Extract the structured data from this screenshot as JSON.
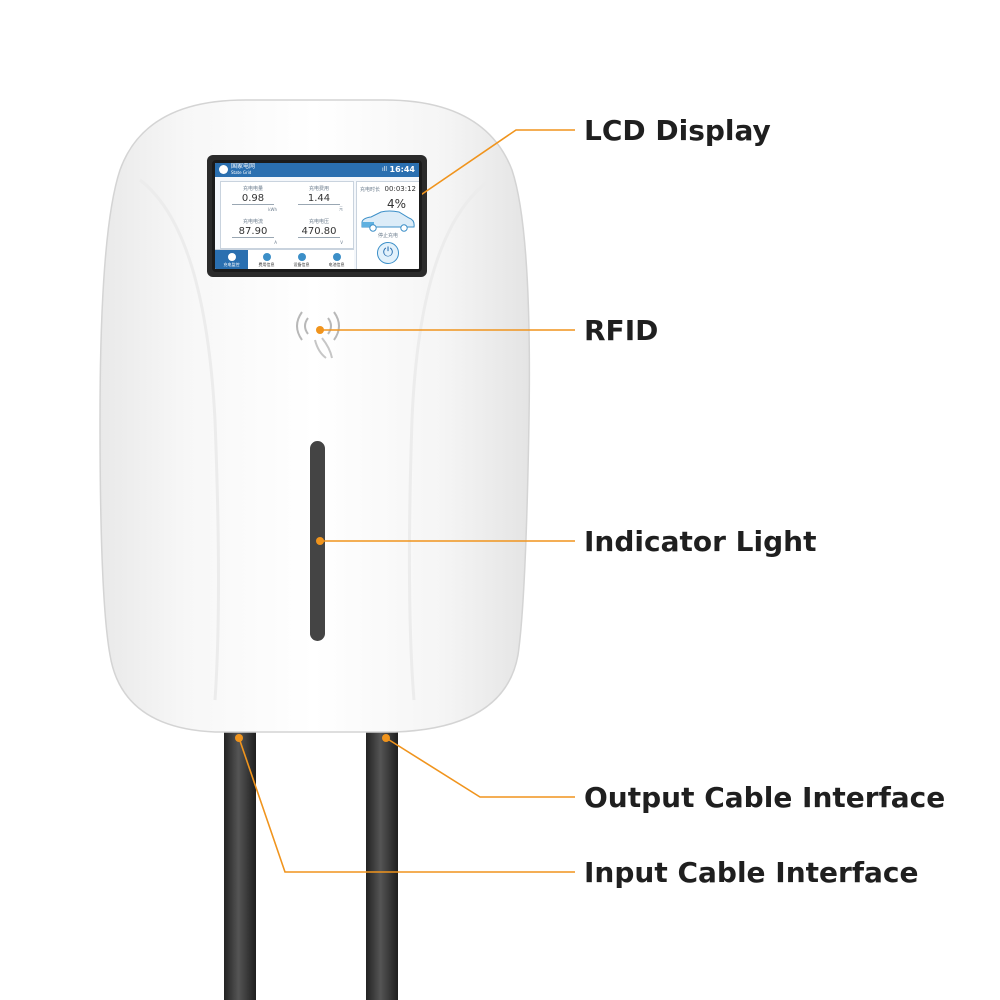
{
  "colors": {
    "accent": "#f0941d",
    "cable": "#3a3a3a",
    "indicator": "#444444",
    "screen_header": "#2a6fb0"
  },
  "callouts": [
    {
      "id": "lcd-display",
      "label": "LCD Display"
    },
    {
      "id": "rfid",
      "label": "RFID"
    },
    {
      "id": "indicator-light",
      "label": "Indicator Light"
    },
    {
      "id": "output-cable-interface",
      "label": "Output Cable Interface"
    },
    {
      "id": "input-cable-interface",
      "label": "Input Cable Interface"
    }
  ],
  "screen": {
    "header": {
      "brand_line1": "国家电网",
      "brand_line2": "State Grid",
      "signal": "ıll",
      "time": "16:44"
    },
    "readings": [
      {
        "label": "充电电量",
        "value": "0.98",
        "unit": "kWh"
      },
      {
        "label": "充电费用",
        "value": "1.44",
        "unit": "元"
      },
      {
        "label": "充电电流",
        "value": "87.90",
        "unit": "A"
      },
      {
        "label": "充电电压",
        "value": "470.80",
        "unit": "V"
      }
    ],
    "charge_time_label": "充电时长",
    "charge_time": "00:03:12",
    "charge_percent": "4%",
    "stop_label": "停止充电",
    "nav": [
      {
        "label": "充电监控",
        "active": true
      },
      {
        "label": "费用信息",
        "active": false
      },
      {
        "label": "设备信息",
        "active": false
      },
      {
        "label": "电池信息",
        "active": false
      }
    ]
  }
}
